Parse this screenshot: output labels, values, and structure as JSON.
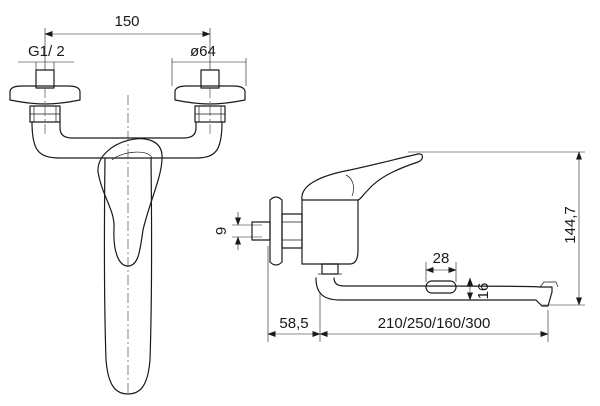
{
  "dimensions": {
    "width_between_centers": "150",
    "thread": "G1/ 2",
    "escutcheon_diameter": "ø64",
    "connector_offset": "9",
    "spout_outlet_height": "144,7",
    "aerator_width": "28",
    "spout_thickness": "16",
    "wall_to_body": "58,5",
    "spout_lengths": "210/250/160/300"
  }
}
